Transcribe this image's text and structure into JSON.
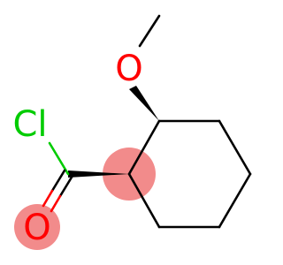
{
  "molecule": {
    "atoms": {
      "oxygen_methoxy": {
        "label": "O",
        "color": "#ff0000"
      },
      "chlorine": {
        "label": "Cl",
        "color": "#00cc00"
      },
      "oxygen_carbonyl": {
        "label": "O",
        "color": "#ff0000"
      }
    },
    "colors": {
      "bond": "#000000",
      "highlight": "#f28b8b"
    }
  }
}
